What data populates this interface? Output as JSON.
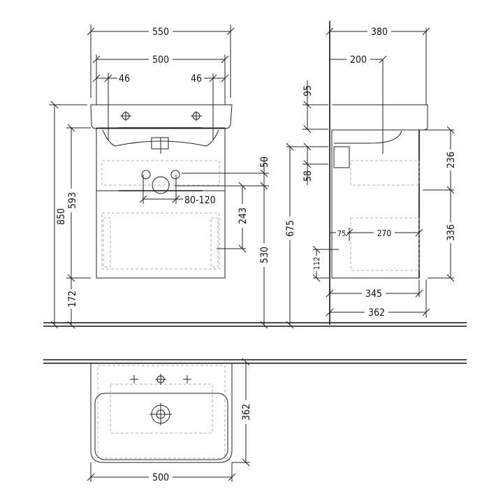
{
  "front_view": {
    "width_total": "550",
    "width_cabinet": "500",
    "offset_left": "46",
    "offset_right": "46",
    "height_total": "850",
    "height_cabinet_top": "593",
    "height_floor_gap": "172",
    "siphon_gap": "50",
    "height_siphon": "530",
    "siphon_cutout": "243",
    "siphon_spacing": "80-120"
  },
  "side_view": {
    "depth_basin": "380",
    "depth_drain": "200",
    "basin_thickness": "95",
    "cutout_top": "58",
    "height_cutout": "675",
    "drawer_upper": "236",
    "drawer_lower": "336",
    "inner_offset": "75",
    "inner_depth": "270",
    "inner_height": "112",
    "depth_cabinet": "345",
    "depth_overall": "362"
  },
  "top_view": {
    "depth": "362",
    "width": "500"
  }
}
